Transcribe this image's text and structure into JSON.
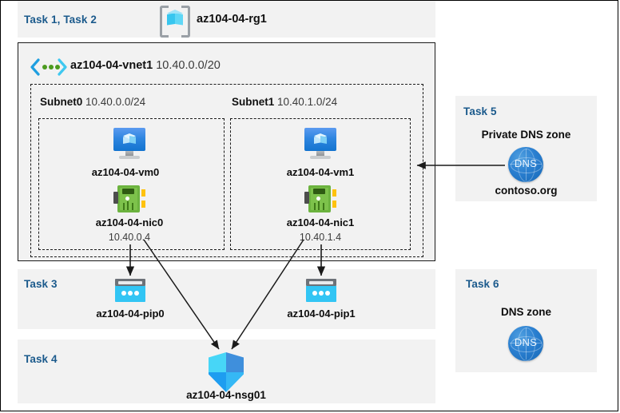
{
  "diagram": {
    "title": "Azure AZ-104 Lab 04 architecture diagram",
    "colors": {
      "task_label": "#1b5a8c",
      "panel_bg": "#f2f2f2",
      "page_bg": "#ffffff",
      "border": "#1a1a1a",
      "nic_green": "#6cb33f",
      "pip_cyan": "#32c5f4",
      "dns_blue": "#2a7fd0",
      "vm_blue": "#2f86e0"
    }
  },
  "header": {
    "task_label": "Task 1, Task 2",
    "resource_group_icon": "resource-group-icon",
    "resource_group_name": "az104-04-rg1"
  },
  "vnet": {
    "icon": "virtual-network-icon",
    "name": "az104-04-vnet1",
    "cidr": "10.40.0.0/20"
  },
  "subnets": [
    {
      "name": "Subnet0",
      "cidr": "10.40.0.0/24",
      "vm": {
        "icon": "virtual-machine-icon",
        "name": "az104-04-vm0"
      },
      "nic": {
        "icon": "network-interface-icon",
        "name": "az104-04-nic0",
        "ip": "10.40.0.4"
      }
    },
    {
      "name": "Subnet1",
      "cidr": "10.40.1.0/24",
      "vm": {
        "icon": "virtual-machine-icon",
        "name": "az104-04-vm1"
      },
      "nic": {
        "icon": "network-interface-icon",
        "name": "az104-04-nic1",
        "ip": "10.40.1.4"
      }
    }
  ],
  "task3": {
    "task_label": "Task 3",
    "pip0": {
      "icon": "public-ip-icon",
      "name": "az104-04-pip0"
    },
    "pip1": {
      "icon": "public-ip-icon",
      "name": "az104-04-pip1"
    }
  },
  "task4": {
    "task_label": "Task 4",
    "nsg": {
      "icon": "network-security-group-shield-icon",
      "name": "az104-04-nsg01"
    }
  },
  "task5": {
    "task_label": "Task 5",
    "title": "Private DNS zone",
    "icon": "dns-zone-icon",
    "icon_text": "DNS",
    "zone_name": "contoso.org"
  },
  "task6": {
    "task_label": "Task 6",
    "title": "DNS zone",
    "icon": "dns-zone-icon",
    "icon_text": "DNS"
  }
}
